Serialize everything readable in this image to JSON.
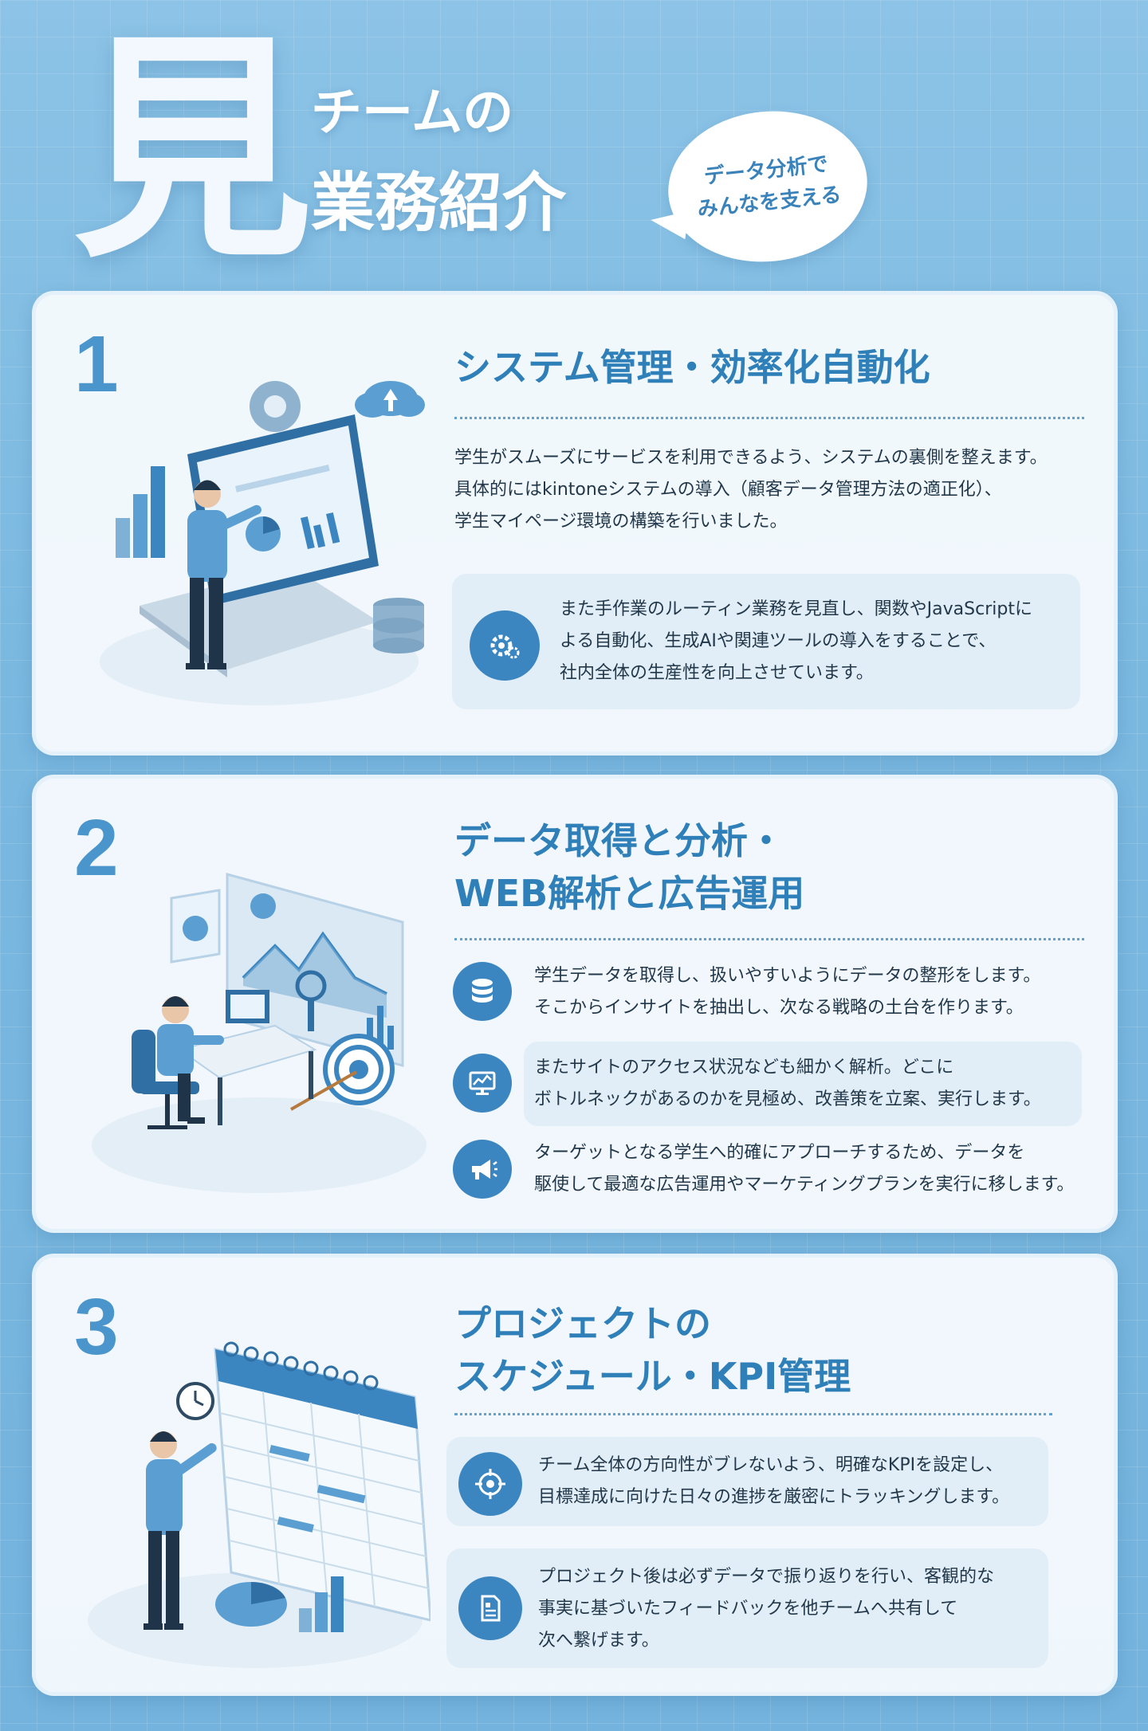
{
  "header": {
    "big_kanji": "見",
    "title_line1": "チームの",
    "title_line2": "業務紹介",
    "bubble_line1": "データ分析で",
    "bubble_line2": "みんなを支える"
  },
  "sections": [
    {
      "number": "1",
      "title_lines": [
        "システム管理・効率化自動化"
      ],
      "paragraph_lines": [
        "学生がスムーズにサービスを利用できるよう、システムの裏側を整えます。",
        "具体的にはkintoneシステムの導入（顧客データ管理方法の適正化）、",
        "学生マイページ環境の構築を行いました。"
      ],
      "highlight": {
        "icon": "gear-icon",
        "lines": [
          "また手作業のルーティン業務を見直し、関数やJavaScriptに",
          "よる自動化、生成AIや関連ツールの導入をすることで、",
          "社内全体の生産性を向上させています。"
        ]
      }
    },
    {
      "number": "2",
      "title_lines": [
        "データ取得と分析・",
        "WEB解析と広告運用"
      ],
      "items": [
        {
          "icon": "database-icon",
          "lines": [
            "学生データを取得し、扱いやすいようにデータの整形をします。",
            "そこからインサイトを抽出し、次なる戦略の土台を作ります。"
          ]
        },
        {
          "icon": "analytics-monitor-icon",
          "lines": [
            "またサイトのアクセス状況なども細かく解析。どこに",
            "ボトルネックがあるのかを見極め、改善策を立案、実行します。"
          ]
        },
        {
          "icon": "megaphone-icon",
          "lines": [
            "ターゲットとなる学生へ的確にアプローチするため、データを",
            "駆使して最適な広告運用やマーケティングプランを実行に移します。"
          ]
        }
      ]
    },
    {
      "number": "3",
      "title_lines": [
        "プロジェクトの",
        "スケジュール・KPI管理"
      ],
      "items": [
        {
          "icon": "target-icon",
          "lines": [
            "チーム全体の方向性がブレないよう、明確なKPIを設定し、",
            "目標達成に向けた日々の進捗を厳密にトラッキングします。"
          ]
        },
        {
          "icon": "report-document-icon",
          "lines": [
            "プロジェクト後は必ずデータで振り返りを行い、客観的な",
            "事実に基づいたフィードバックを他チームへ共有して",
            "次へ繋げます。"
          ]
        }
      ]
    }
  ],
  "colors": {
    "accent": "#3b86c0",
    "title": "#2f7fb8",
    "background": "#7ab8e0",
    "card": "#f6fafd"
  }
}
